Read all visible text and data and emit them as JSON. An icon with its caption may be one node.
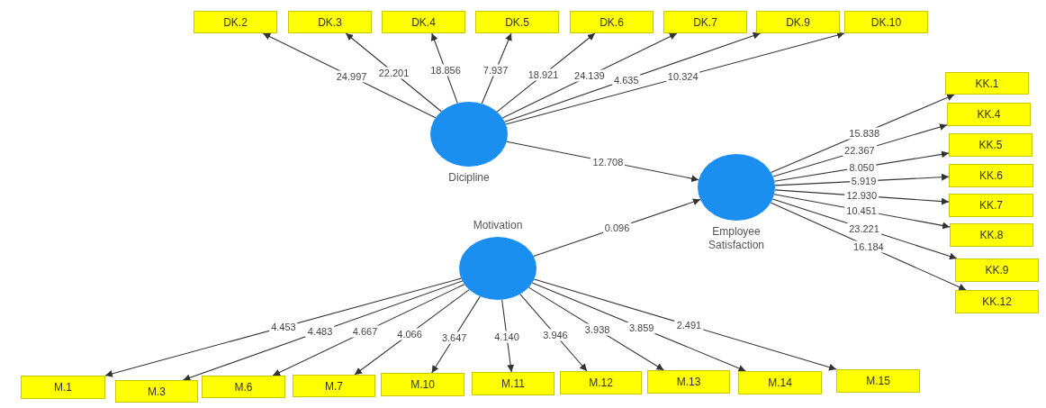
{
  "diagram": {
    "nodes": [
      {
        "text": [
          "DK.2"
        ]
      },
      {
        "text": [
          "DK.3"
        ]
      },
      {
        "text": [
          "DK.4"
        ]
      },
      {
        "text": [
          "DK.5"
        ]
      },
      {
        "text": [
          "DK.6"
        ]
      },
      {
        "text": [
          "DK.7"
        ]
      },
      {
        "text": [
          "DK.9"
        ]
      },
      {
        "text": [
          "DK.10"
        ]
      },
      {
        "text": [
          "Dicipline"
        ]
      },
      {
        "text": [
          "KK.1"
        ]
      },
      {
        "text": [
          "KK.4"
        ]
      },
      {
        "text": [
          "KK.5"
        ]
      },
      {
        "text": [
          "KK.6"
        ]
      },
      {
        "text": [
          "KK.7"
        ]
      },
      {
        "text": [
          "KK.8"
        ]
      },
      {
        "text": [
          "KK.9"
        ]
      },
      {
        "text": [
          "KK.12"
        ]
      },
      {
        "text": [
          "Employee Satisfaction"
        ]
      },
      {
        "text": [
          "Motivation"
        ]
      },
      {
        "text": [
          "M.1"
        ]
      },
      {
        "text": [
          "M.3"
        ]
      },
      {
        "text": [
          "M.6"
        ]
      },
      {
        "text": [
          "M.7"
        ]
      },
      {
        "text": [
          "M.10"
        ]
      },
      {
        "text": [
          "M.11"
        ]
      },
      {
        "text": [
          "M.12"
        ]
      },
      {
        "text": [
          "M.13"
        ]
      },
      {
        "text": [
          "M.14"
        ]
      },
      {
        "text": [
          "M.15"
        ]
      }
    ],
    "edges": [
      {
        "from": 8,
        "to": 0,
        "arrow": "to",
        "label": "24.997"
      },
      {
        "from": 8,
        "to": 1,
        "arrow": "to",
        "label": "22.201"
      },
      {
        "from": 8,
        "to": 2,
        "arrow": "to",
        "label": "18.856"
      },
      {
        "from": 8,
        "to": 3,
        "arrow": "to",
        "label": "7.937"
      },
      {
        "from": 8,
        "to": 4,
        "arrow": "to",
        "label": "18.921"
      },
      {
        "from": 8,
        "to": 5,
        "arrow": "to",
        "label": "24.139"
      },
      {
        "from": 8,
        "to": 6,
        "arrow": "to",
        "label": "4.635"
      },
      {
        "from": 8,
        "to": 7,
        "arrow": "to",
        "label": "10.324"
      },
      {
        "from": 8,
        "to": 17,
        "arrow": "to",
        "label": "12.708"
      },
      {
        "from": 18,
        "to": 17,
        "arrow": "to",
        "label": "0.096"
      },
      {
        "from": 17,
        "to": 9,
        "arrow": "to",
        "label": "15.838"
      },
      {
        "from": 17,
        "to": 10,
        "arrow": "to",
        "label": "22.367"
      },
      {
        "from": 17,
        "to": 11,
        "arrow": "to",
        "label": "8.050"
      },
      {
        "from": 17,
        "to": 12,
        "arrow": "to",
        "label": "5.919"
      },
      {
        "from": 17,
        "to": 13,
        "arrow": "to",
        "label": "12.930"
      },
      {
        "from": 17,
        "to": 14,
        "arrow": "to",
        "label": "10.451"
      },
      {
        "from": 17,
        "to": 15,
        "arrow": "to",
        "label": "23.221"
      },
      {
        "from": 17,
        "to": 16,
        "arrow": "to",
        "label": "16.184"
      },
      {
        "from": 18,
        "to": 19,
        "arrow": "to",
        "label": "4.453"
      },
      {
        "from": 18,
        "to": 20,
        "arrow": "to",
        "label": "4.483"
      },
      {
        "from": 18,
        "to": 21,
        "arrow": "to",
        "label": "4.667"
      },
      {
        "from": 18,
        "to": 22,
        "arrow": "to",
        "label": "4.066"
      },
      {
        "from": 18,
        "to": 23,
        "arrow": "to",
        "label": "3.647"
      },
      {
        "from": 18,
        "to": 24,
        "arrow": "to",
        "label": "4.140"
      },
      {
        "from": 18,
        "to": 25,
        "arrow": "to",
        "label": "3.946"
      },
      {
        "from": 18,
        "to": 26,
        "arrow": "to",
        "label": "3.938"
      },
      {
        "from": 18,
        "to": 27,
        "arrow": "to",
        "label": "3.859"
      },
      {
        "from": 18,
        "to": 28,
        "arrow": "to",
        "label": "2.491"
      }
    ]
  }
}
